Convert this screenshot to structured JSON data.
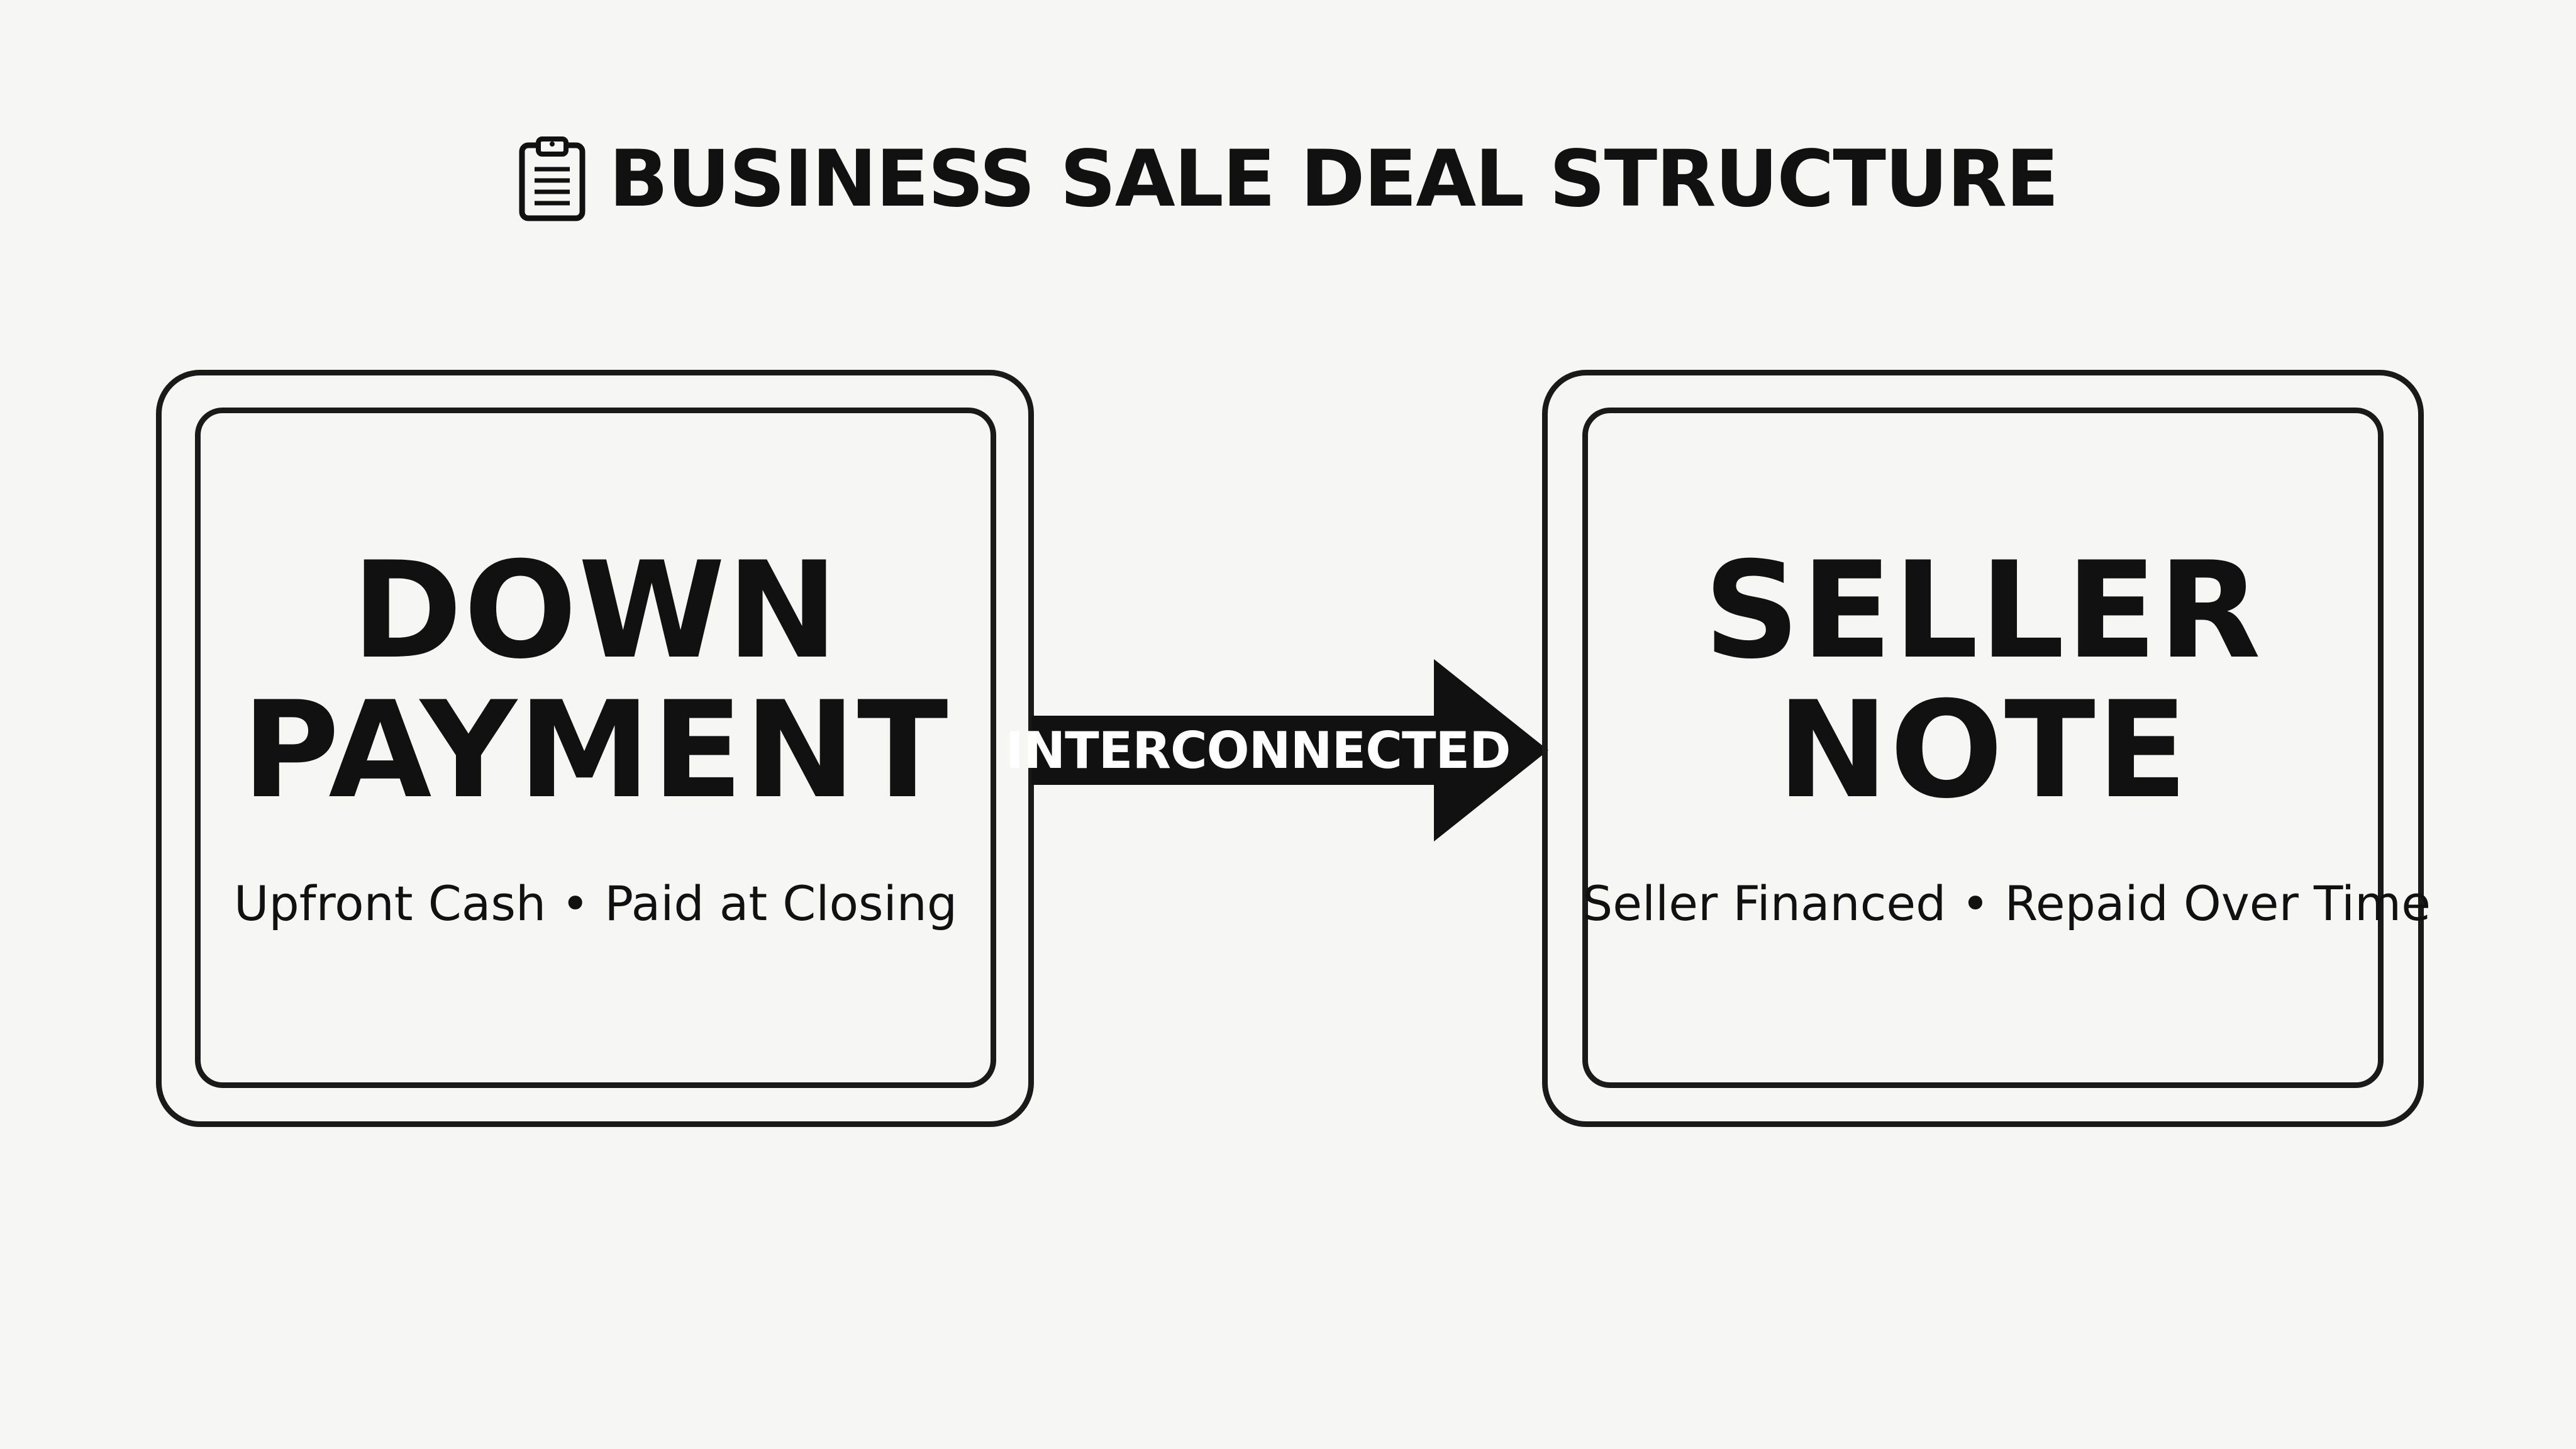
{
  "title": {
    "icon": "clipboard-icon",
    "text": "BUSINESS SALE DEAL STRUCTURE"
  },
  "left_box": {
    "heading_line1": "DOWN",
    "heading_line2": "PAYMENT",
    "subtitle": "Upfront Cash • Paid at Closing"
  },
  "connector": {
    "label": "INTERCONNECTED",
    "icon": "arrow-right-icon"
  },
  "right_box": {
    "heading_line1": "SELLER",
    "heading_line2": "NOTE",
    "subtitle": "Seller Financed • Repaid Over Time"
  },
  "colors": {
    "background": "#f6f6f4",
    "ink": "#111111",
    "arrow_text": "#ffffff"
  }
}
